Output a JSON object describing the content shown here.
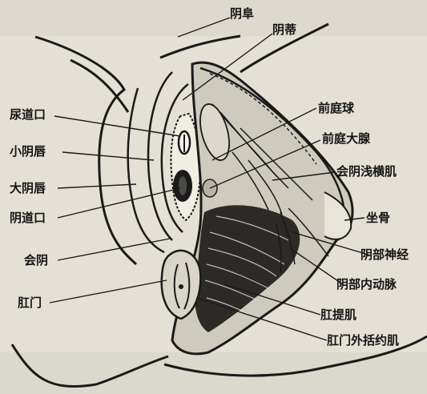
{
  "labels": {
    "mons_pubis": "阴阜",
    "clitoris": "阴蒂",
    "urethral_orifice": "尿道口",
    "bulb_of_vestibule": "前庭球",
    "greater_vestibular_gland": "前庭大腺",
    "labia_minora": "小阴唇",
    "superficial_transverse_perineal": "会阴浅横肌",
    "labia_majora": "大阴唇",
    "ischium": "坐骨",
    "vaginal_orifice": "阴道口",
    "pudendal_nerve": "阴部神经",
    "perineum": "会阴",
    "internal_pudendal_artery": "阴部内动脉",
    "anus": "肛门",
    "levator_ani": "肛提肌",
    "external_anal_sphincter": "肛门外括约肌"
  }
}
